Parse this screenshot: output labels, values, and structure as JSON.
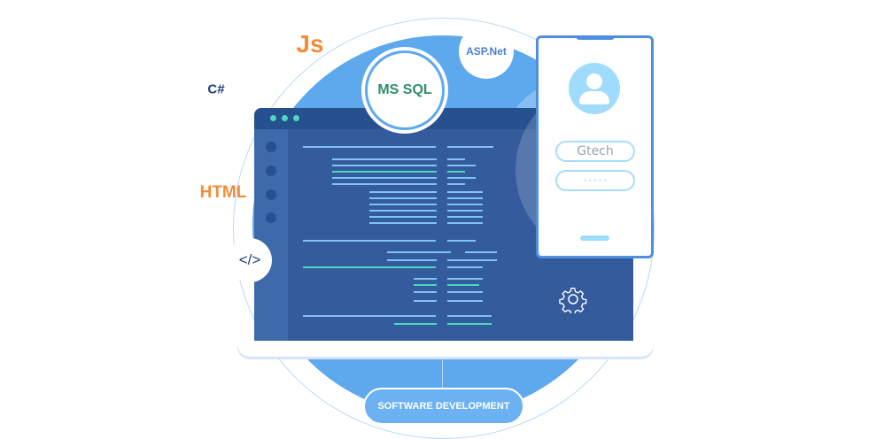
{
  "tech_labels": {
    "js": "Js",
    "csharp": "C#",
    "html": "HTML",
    "code_tag": "</>",
    "mssql": "MS SQL",
    "aspnet": "ASP.Net"
  },
  "phone": {
    "username": "Gtech",
    "password_mask": "• • • • •"
  },
  "banner": {
    "label": "SOFTWARE DEVELOPMENT"
  },
  "colors": {
    "circle": "#5ea8ee",
    "screen": "#345b9c",
    "orange": "#f28c38",
    "green": "#2f8f6a",
    "navy": "#1f3f7a",
    "accent": "#4ad8c0"
  }
}
